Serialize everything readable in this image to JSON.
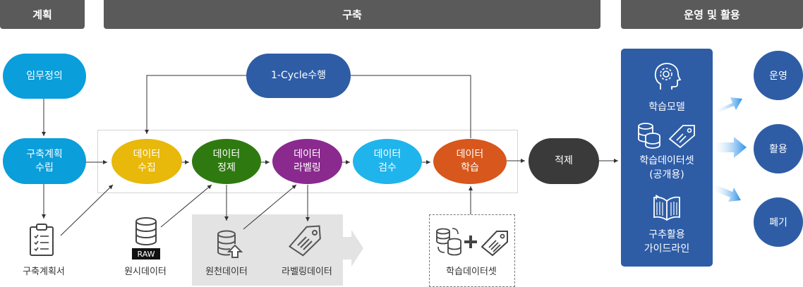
{
  "headers": {
    "plan": "계획",
    "build": "구축",
    "operate": "운영 및 활용"
  },
  "plan": {
    "mission": "임무정의",
    "construction_plan": "구축계획\n수립",
    "doc_label": "구축계획서"
  },
  "cycle": "1-Cycle수행",
  "steps": {
    "collect": "데이터\n수집",
    "refine": "데이터\n정제",
    "label": "데이터\n라벨링",
    "inspect": "데이터\n검수",
    "train": "데이터\n학습"
  },
  "load": "적제",
  "raw": {
    "badge": "RAW",
    "label": "원시데이터"
  },
  "source_data": "원천데이터",
  "labeling_data": "라벨링데이터",
  "training_dataset": "학습데이터셋",
  "outputs": {
    "model": "학습모델",
    "dataset": "학습데이터셋\n(공개용)",
    "guide": "구추활용\n가이드라인"
  },
  "uses": {
    "operate": "운영",
    "utilize": "활용",
    "discard": "폐기"
  },
  "colors": {
    "header": "#5a5a5a",
    "sky": "#0a9edb",
    "yellow": "#e8b80a",
    "green": "#2f7a10",
    "purple": "#8a2a8e",
    "lightblue": "#1fb4ec",
    "orange": "#d8571c",
    "navy": "#2e5da6",
    "dark": "#3a3a3a"
  }
}
